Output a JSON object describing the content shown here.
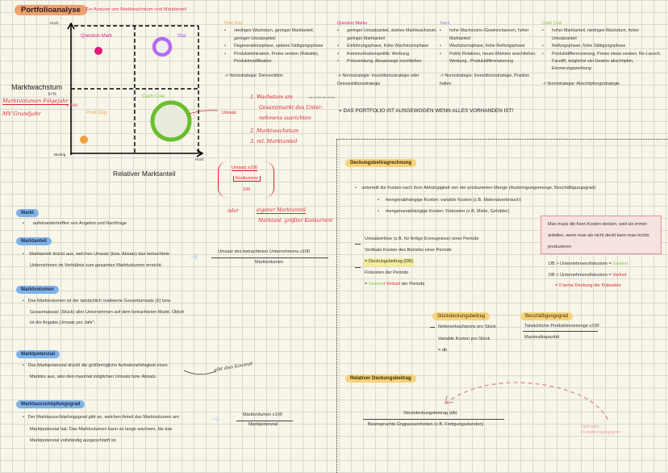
{
  "header": {
    "title": "Portfolioanalyse",
    "subtitle": "Zur Analyse von Marktwachstum und Marktanteil"
  },
  "matrix": {
    "y_high": "Hoch",
    "y_low": "Niedrig",
    "x_high": "Hoch",
    "y_label": "Marktwachstum",
    "y_unit": "in %",
    "x_label": "Relativer Marktanteil",
    "quadrants": {
      "question_mark": "Question Mark",
      "star": "Star",
      "cash_cow": "Cash Cow",
      "poor_dog": "Poor Dog"
    },
    "colors": {
      "question_mark": "#e0197d",
      "star": "#b36cf0",
      "cash_cow": "#6abf2e",
      "poor_dog": "#f0a040"
    },
    "umsatz_note": "Umsatz",
    "hw_growth_num": "Marktvolumen Folgejahr",
    "hw_growth_den": "MV Grundjahr",
    "hw_x100": "x 100",
    "hw_list": [
      "1. Wachstum am",
      "Gesamtmarkt des Unter-",
      "nehmens ausrichten",
      "2. Marktwachstum",
      "3. rel. Marktanteil"
    ],
    "hw_side": "die Größe der Kreise"
  },
  "balanced": "= DAS PORTFOLIO IST AUSGEWOGEN WENN ALLES VORHANDEN IST!",
  "columns": [
    {
      "title": "Poor Dog",
      "color": "#f0a040",
      "items": [
        "niedriges Wachstum, geringer Marktanteil, geringer Umsatzanteil",
        "Degenerationsphase, spätere Sättigungsphase",
        "Produktelimination, Preise senken (Rabatte), Produktmodifikation"
      ],
      "strategy": "-> Normstrategie: Deinvestition"
    },
    {
      "title": "Question Marks",
      "color": "#e0197d",
      "items": [
        "geringer Umsatzanteil, starkes Marktwachstum, geringer Marktanteil",
        "Einführungsphase, frühe Wachstumsphase",
        "Kommunikationspolitik: Werbung",
        "Preissenkung, Absatzwege erschließen"
      ],
      "strategy": "-> Normstrategie: Investitionsstrategie oder Deinvestitionsstrategie"
    },
    {
      "title": "Stars",
      "color": "#b36cf0",
      "items": [
        "hohe Wachstums-/Gewinnchancen, hoher Marktanteil",
        "Wachstumsphase, frühe Reifungsphase",
        "Public Relations, neuen Märkten anschließen, Werbung , Produktdifferenzierung"
      ],
      "strategy": "-> Normstrategie: Investitionsstrategie, Position halten"
    },
    {
      "title": "Cash Cow",
      "color": "#7ac943",
      "items": [
        "hoher Marktanteil, niedriges Wachstum, hoher Umsatzanteil",
        "Reifungsphase, frühe Sättigungsphase",
        "Produktdifferenzierung, Preise etwas senken, Re-Launch, Facelift, möglichst viel Gewinn abschöpfen, Erinnerungswerbung"
      ],
      "strategy": "-> Normstrategie: Abschöpfungsstrategie"
    }
  ],
  "rel_formula": {
    "num": "Umsatz x100",
    "inner": "Konkurrenz",
    "den": "100",
    "hw_or": "oder",
    "hw_num": "eigener Marktanteil",
    "hw_den": "Marktant. größter Konkurrent"
  },
  "sections": {
    "markt": {
      "title": "Markt",
      "lines": [
        "aufeinandertreffen von Angebot und Nachfrage"
      ]
    },
    "marktanteil": {
      "title": "Marktanteil",
      "lines": [
        "Marktanteil drückt aus, welchen Umsatz (bzw. Absatz) das betrachtete",
        "Unternehmen im Verhältnis zum gesamten Marktvolumen erreicht."
      ],
      "formula_num": "Umsatz des betrachteten Unternehmens x100",
      "formula_den": "Marktvolumen"
    },
    "marktvolumen": {
      "title": "Marktvolumen",
      "lines": [
        "Das Marktvolumen ist der tatsächlich realisierte Gesamtumsatz (€) bzw.",
        "Gesamtabsatz (Stück) aller Unternehmen auf dem betrachteten Markt. Üblich",
        "ist die Angabe„Umsatz pro Jahr“."
      ]
    },
    "marktpotenzial": {
      "title": "Marktpotenzial",
      "lines": [
        "Das Marktpotenzial drückt die größtmögliche Aufnahmefähigkeit eines",
        "Marktes aus, also den maximal möglichen Umsatz bzw. Absatz."
      ],
      "hw_note": "gibt dies Konzept"
    },
    "ausschoepfung": {
      "title": "Marktausschöpfungsgrad",
      "lines": [
        "Der Marktausschöpfungsgrad gibt an, welchen Anteil das Marktvolumen am",
        "Marktpotenzial hat. Das Marktvolumen kann so lange wachsen, bis das",
        "Marktpotenzial vollständig ausgeschöpft ist."
      ],
      "formula_num": "Marktvolumen x100",
      "formula_den": "Marktpotenzial"
    }
  },
  "db": {
    "title": "Deckungsbeitragrechnung",
    "bullet": "unterteilt die Kosten nach ihrer Abhängigkeit von der produzierten Menge (Ausbringungsmenge, Beschäftigungsgrad)",
    "sub": [
      "mengenabhängige Kosten: variable Kosten (z.B. Materialverbrauch)",
      "mengenunabhängige Kosten: Fixkosten (z.B. Miete, Gehälter)"
    ],
    "calc": [
      "Umsatzerlöse (z.B. für fertige Erzeugnisse) einer Periode",
      "Vertikale Kosten des Betriebs einer Periode",
      "= Deckungsbeitrag (DB)",
      "Fixkosten der Periode"
    ],
    "result_prefix": "= ",
    "gewinn": "Gewinn",
    "slash_verlust": "/ Verlust",
    "result_suffix": " der Periode",
    "note": "Man muss die fixen Kosten decken, weil sie immer anfallen, wenn man sie nicht deckt kann man nichts produzieren",
    "cmp1": "DB > Unternehmensfixkosten = ",
    "cmp1_val": "Gewinn",
    "cmp2": "DB < Unternehmensfixkosten = ",
    "cmp2_val": "Verlust",
    "cmp3": "= 0 keine Deckung der Fixkosten"
  },
  "stueck": {
    "title": "Stückdeckungsbeitrag",
    "lines": [
      "Nettoverkaufspreis pro Stück",
      "Variable Kosten pro Stück",
      "= db"
    ]
  },
  "besch": {
    "title": "Beschäftigungsgrad",
    "num": "Tatsächliche Produktionsmenge x100",
    "den": "Maximalkapazität"
  },
  "reldb": {
    "title": "Relativer Deckungsbeitrag",
    "num": "Stückdeckungsbeitrag (db)",
    "den": "Beanspruchte Engpasseinheiten (z.B. Fertigungsstunden)",
    "note1": "Optimales",
    "note2": "Produktionsprogramm"
  }
}
